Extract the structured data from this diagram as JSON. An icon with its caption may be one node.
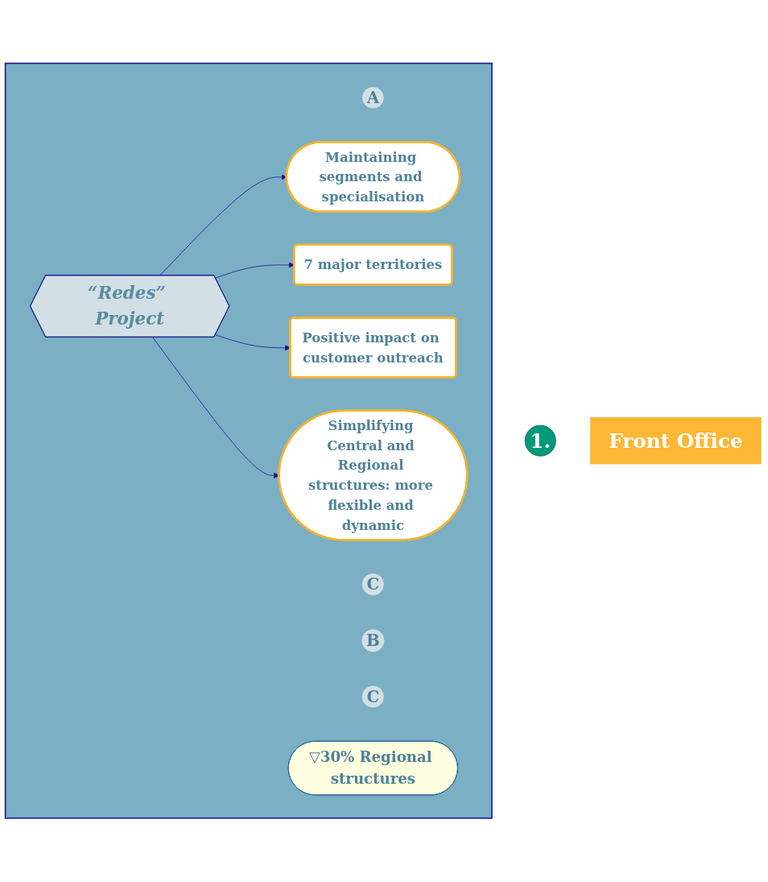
{
  "diagram": {
    "nodes": [
      {
        "text": [
          "1."
        ]
      },
      {
        "text": [
          "Front Office"
        ]
      },
      {
        "text": [],
        "shape": "box"
      },
      {
        "text": [
          "A"
        ],
        "in": 2
      },
      {
        "text": [
          "Maintaining segments and specialisation"
        ],
        "in": 2
      },
      {
        "text": [
          "C"
        ],
        "in": 2
      },
      {
        "text": [
          "B"
        ],
        "in": 2
      },
      {
        "text": [
          "7 major territories"
        ],
        "in": 2
      },
      {
        "text": [
          "“Redes” Project"
        ],
        "in": 2
      },
      {
        "text": [
          "Positive impact on customer outreach"
        ],
        "in": 2
      },
      {
        "text": [
          "C"
        ],
        "in": 2
      },
      {
        "text": [
          "Simplifying Central and Regional structures: more flexible and dynamic"
        ],
        "in": 2
      },
      {
        "text": [
          "▽30% Regional structures"
        ],
        "in": 2
      }
    ],
    "edges": [
      {
        "from": 8,
        "to": 4,
        "arrow": "to"
      },
      {
        "from": 8,
        "to": 7,
        "arrow": "to"
      },
      {
        "from": 8,
        "to": 9,
        "arrow": "to"
      },
      {
        "from": 8,
        "to": 11,
        "arrow": "to"
      }
    ]
  }
}
